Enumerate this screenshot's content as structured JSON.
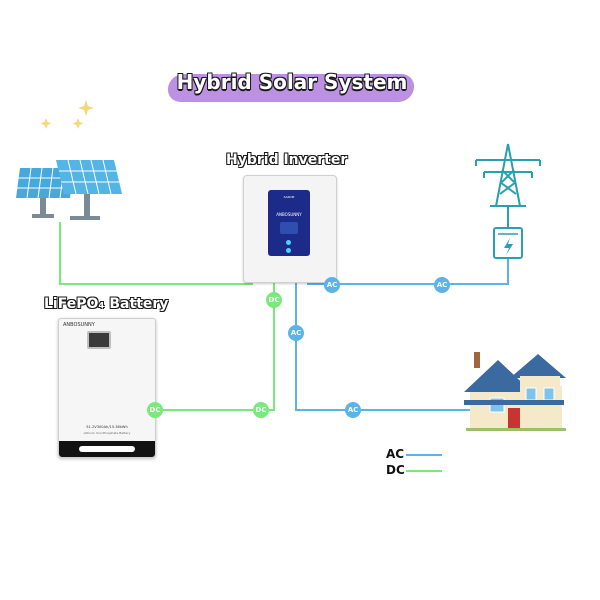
{
  "title": "Hybrid Solar System",
  "labels": {
    "inverter": "Hybrid Inverter",
    "battery": "LiFePO₄ Battery"
  },
  "inverter_device": {
    "brand": "ANBOSUNNY",
    "model": "SAKOM"
  },
  "battery_device": {
    "brand": "ANBOSUNNY",
    "spec": "51.2V300Ah/15.36kWh",
    "subtext": "Lithium Iron Phosphate Battery"
  },
  "connections": [
    {
      "id": "c1",
      "label": "AC",
      "type": "AC"
    },
    {
      "id": "c2",
      "label": "AC",
      "type": "AC"
    },
    {
      "id": "c3",
      "label": "AC",
      "type": "AC"
    },
    {
      "id": "c4",
      "label": "AC",
      "type": "AC"
    },
    {
      "id": "c5",
      "label": "DC",
      "type": "DC"
    },
    {
      "id": "c6",
      "label": "DC",
      "type": "DC"
    },
    {
      "id": "c7",
      "label": "DC",
      "type": "DC"
    }
  ],
  "legend": {
    "ac_label": "AC",
    "dc_label": "DC"
  },
  "colors": {
    "ac": "#5ab4ea",
    "dc": "#7be87b",
    "title_band": "#b88be0",
    "teal": "#2a9fb0"
  },
  "icons": {
    "night": "moon-stars-icon",
    "solar": "solar-panel-icon",
    "grid": "power-tower-icon",
    "meter": "electric-meter-icon",
    "home": "house-icon"
  }
}
